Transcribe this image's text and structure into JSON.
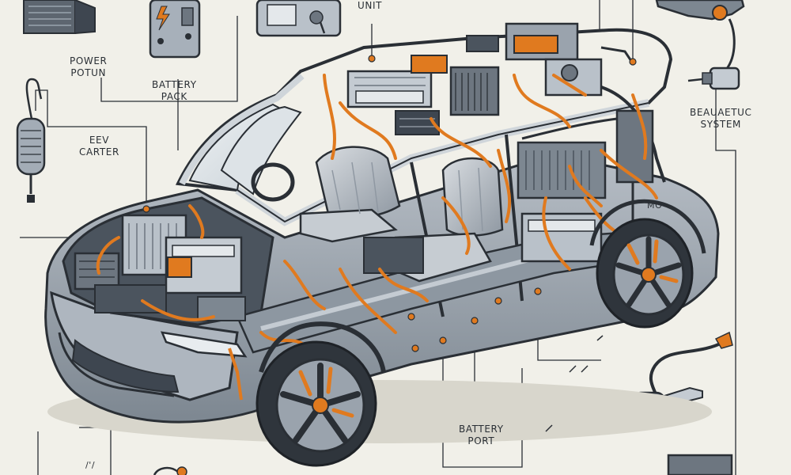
{
  "labels": {
    "unit": "UNIT",
    "power_potun": [
      "POWER",
      "POTUN"
    ],
    "battery_pack": [
      "BATTERY",
      "PACK"
    ],
    "eev_carter": [
      "EEV",
      "CARTER"
    ],
    "beauaetuc_system": [
      "BEAUAETUC",
      "SYSTEM"
    ],
    "battery_port": [
      "BATTERY",
      "PORT"
    ],
    "mo_mark": "MO",
    "bottom_mark": "/'/"
  },
  "colors": {
    "background": "#f1f0e9",
    "line": "#2a2f35",
    "body": "#9aa3ad",
    "accent": "#e07a1f"
  }
}
